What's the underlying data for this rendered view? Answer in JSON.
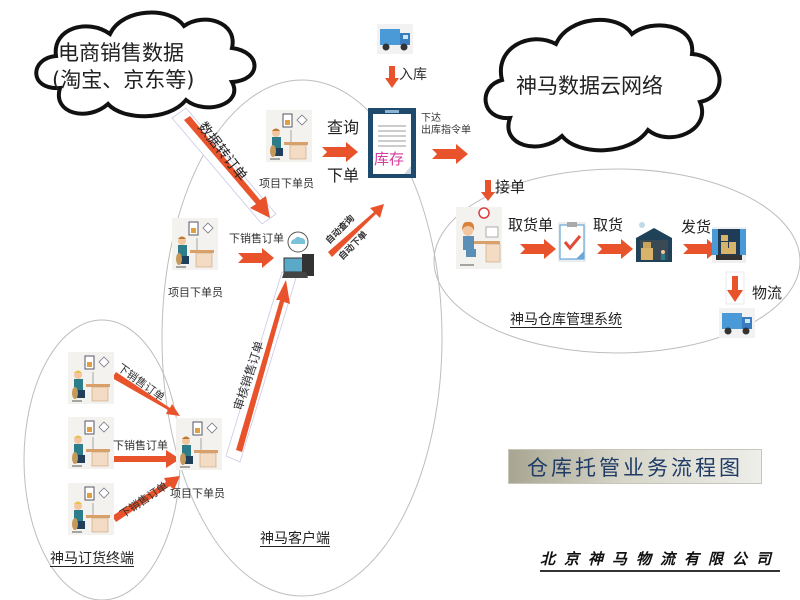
{
  "diagram": {
    "title": "仓库托管业务流程图",
    "company": "北京神马物流有限公司",
    "colors": {
      "arrow": "#e8532b",
      "clipboard": "#1e4a6e",
      "cloud_outline": "#111111",
      "ellipse": "#bbbbbb",
      "inventory_text": "#d63a9c",
      "title_text": "#1f3b66"
    },
    "clouds": {
      "ecommerce": {
        "line1": "电商销售数据",
        "line2": "(淘宝、京东等)"
      },
      "network": {
        "label": "神马数据云网络"
      }
    },
    "regions": {
      "order_terminal": "神马订货终端",
      "client": "神马客户端",
      "wms": "神马仓库管理系统"
    },
    "roles": {
      "order_clerk_top": "项目下单员",
      "order_clerk_mid": "项目下单员",
      "order_clerk_bottom": "项目下单员"
    },
    "arrows": {
      "data_to_order": "数据转订单",
      "query": "查询",
      "place_order": "下单",
      "sales_order_mid": "下销售订单",
      "auto_query": "自动查询",
      "auto_order": "自动下单",
      "review_order": "审核销售订单",
      "terminal_order_1": "下销售订单",
      "terminal_order_2": "下销售订单",
      "terminal_order_3": "下销售订单",
      "inbound": "入库",
      "issue_line1": "下达",
      "issue_line2": "出库指令单",
      "accept": "接单",
      "pick_list": "取货单",
      "pick": "取货",
      "ship": "发货",
      "logistics": "物流"
    },
    "inventory_label": "库存",
    "icons": [
      "truck-icon",
      "clipboard-icon",
      "office-worker-icon",
      "cloud-computer-icon",
      "checklist-icon",
      "warehouse-icon",
      "loaded-truck-icon",
      "clock-icon"
    ]
  }
}
